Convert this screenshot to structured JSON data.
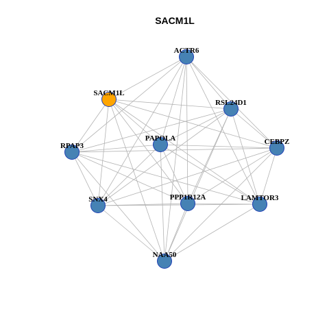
{
  "title": "SACM1L",
  "colors": {
    "hub_fill": "#FFA500",
    "node_fill": "#4682B4",
    "node_border": "#1F3FB5",
    "edge": "#B3B3B3"
  },
  "nodes": [
    {
      "id": "ACTR6",
      "label": "ACTR6",
      "hub": false
    },
    {
      "id": "SACM1L",
      "label": "SACM1L",
      "hub": true
    },
    {
      "id": "RSL24D1",
      "label": "RSL24D1",
      "hub": false
    },
    {
      "id": "PAPOLA",
      "label": "PAPOLA",
      "hub": false
    },
    {
      "id": "RPAP3",
      "label": "RPAP3",
      "hub": false
    },
    {
      "id": "CEBPZ",
      "label": "CEBPZ",
      "hub": false
    },
    {
      "id": "SNX4",
      "label": "SNX4",
      "hub": false
    },
    {
      "id": "PPP1R12A",
      "label": "PPP1R12A",
      "hub": false
    },
    {
      "id": "LAMTOR3",
      "label": "LAMTOR3",
      "hub": false
    },
    {
      "id": "NAA50",
      "label": "NAA50",
      "hub": false
    }
  ],
  "edges": [
    [
      "ACTR6",
      "SACM1L"
    ],
    [
      "ACTR6",
      "RSL24D1"
    ],
    [
      "ACTR6",
      "PAPOLA"
    ],
    [
      "ACTR6",
      "RPAP3"
    ],
    [
      "ACTR6",
      "CEBPZ"
    ],
    [
      "ACTR6",
      "SNX4"
    ],
    [
      "ACTR6",
      "PPP1R12A"
    ],
    [
      "ACTR6",
      "LAMTOR3"
    ],
    [
      "ACTR6",
      "NAA50"
    ],
    [
      "SACM1L",
      "RSL24D1"
    ],
    [
      "SACM1L",
      "PAPOLA"
    ],
    [
      "SACM1L",
      "RPAP3"
    ],
    [
      "SACM1L",
      "CEBPZ"
    ],
    [
      "SACM1L",
      "SNX4"
    ],
    [
      "SACM1L",
      "PPP1R12A"
    ],
    [
      "SACM1L",
      "LAMTOR3"
    ],
    [
      "SACM1L",
      "NAA50"
    ],
    [
      "RSL24D1",
      "PAPOLA"
    ],
    [
      "RSL24D1",
      "RPAP3"
    ],
    [
      "RSL24D1",
      "CEBPZ"
    ],
    [
      "RSL24D1",
      "SNX4"
    ],
    [
      "RSL24D1",
      "PPP1R12A"
    ],
    [
      "RSL24D1",
      "LAMTOR3"
    ],
    [
      "RSL24D1",
      "NAA50"
    ],
    [
      "PAPOLA",
      "RPAP3"
    ],
    [
      "PAPOLA",
      "CEBPZ"
    ],
    [
      "PAPOLA",
      "SNX4"
    ],
    [
      "PAPOLA",
      "PPP1R12A"
    ],
    [
      "PAPOLA",
      "LAMTOR3"
    ],
    [
      "PAPOLA",
      "NAA50"
    ],
    [
      "RPAP3",
      "CEBPZ"
    ],
    [
      "RPAP3",
      "SNX4"
    ],
    [
      "RPAP3",
      "PPP1R12A"
    ],
    [
      "RPAP3",
      "LAMTOR3"
    ],
    [
      "RPAP3",
      "NAA50"
    ],
    [
      "CEBPZ",
      "SNX4"
    ],
    [
      "CEBPZ",
      "PPP1R12A"
    ],
    [
      "CEBPZ",
      "LAMTOR3"
    ],
    [
      "CEBPZ",
      "NAA50"
    ],
    [
      "SNX4",
      "PPP1R12A"
    ],
    [
      "SNX4",
      "LAMTOR3"
    ],
    [
      "SNX4",
      "NAA50"
    ],
    [
      "PPP1R12A",
      "LAMTOR3"
    ],
    [
      "PPP1R12A",
      "NAA50"
    ],
    [
      "LAMTOR3",
      "NAA50"
    ]
  ]
}
